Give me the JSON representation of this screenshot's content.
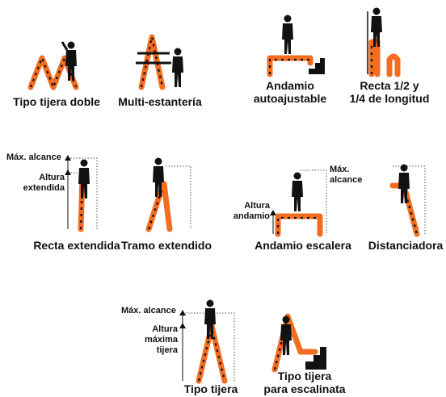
{
  "colors": {
    "accent": "#F36D21",
    "figure": "#111111"
  },
  "items": [
    {
      "caption": "Tipo tijera doble"
    },
    {
      "caption": "Multi-estantería"
    },
    {
      "caption_lines": [
        "Andamio",
        "autoajustable"
      ]
    },
    {
      "caption_lines": [
        "Recta 1/2 y",
        "1/4 de longitud"
      ]
    },
    {
      "caption": "Recta extendida",
      "labels": [
        "Máx. alcance",
        "Altura",
        "extendida"
      ]
    },
    {
      "caption": "Tramo extendido"
    },
    {
      "caption": "Andamio escalera",
      "labels": [
        "Máx.",
        "alcance",
        "Altura",
        "andamio"
      ]
    },
    {
      "caption": "Distanciadora"
    },
    {
      "caption": "Tipo tijera",
      "labels": [
        "Máx. alcance",
        "Altura",
        "máxima",
        "tijera"
      ]
    },
    {
      "caption_lines": [
        "Tipo tijera",
        "para escalinata"
      ]
    }
  ]
}
